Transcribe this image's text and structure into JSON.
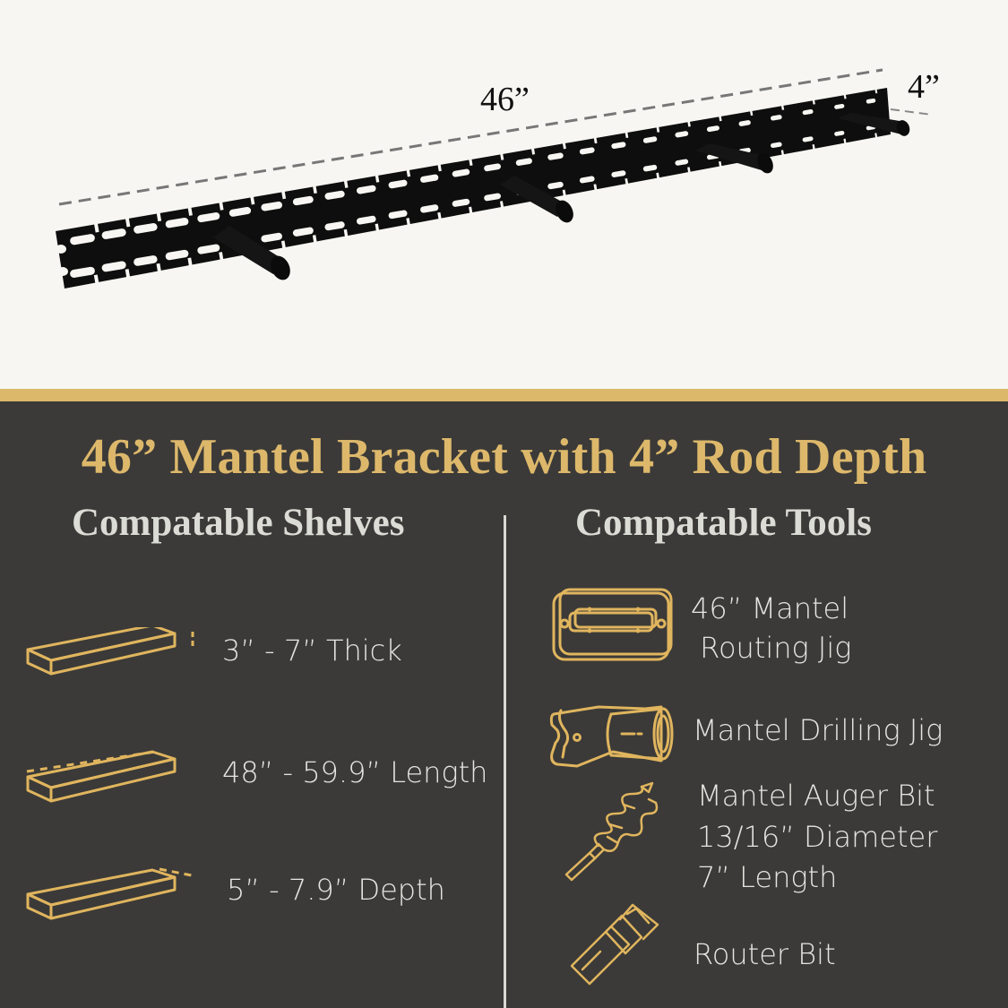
{
  "product_image": {
    "dimension_length": "46”",
    "dimension_depth": "4”",
    "bracket_color": "#0d0d0d",
    "rod_count": 4
  },
  "main_title": "46” Mantel Bracket with 4” Rod Depth",
  "shelves": {
    "title": "Compatable Shelves",
    "items": [
      {
        "icon": "shelf-thickness-icon",
        "label": "3” - 7” Thick"
      },
      {
        "icon": "shelf-length-icon",
        "label": "48” - 59.9” Length"
      },
      {
        "icon": "shelf-depth-icon",
        "label": "5” - 7.9” Depth"
      }
    ]
  },
  "tools": {
    "title": "Compatable Tools",
    "items": [
      {
        "icon": "routing-jig-icon",
        "lines": [
          "46” Mantel",
          " Routing Jig"
        ]
      },
      {
        "icon": "drilling-jig-icon",
        "lines": [
          "Mantel Drilling Jig"
        ]
      },
      {
        "icon": "auger-bit-icon",
        "lines": [
          "Mantel Auger Bit",
          "13/16” Diameter",
          "7” Length"
        ]
      },
      {
        "icon": "router-bit-icon",
        "lines": [
          "Router Bit"
        ]
      }
    ]
  },
  "colors": {
    "background_light": "#f7f6f2",
    "background_dark": "#3b3a38",
    "accent_gold": "#dcb86a",
    "text_light": "#e4e4e0"
  }
}
